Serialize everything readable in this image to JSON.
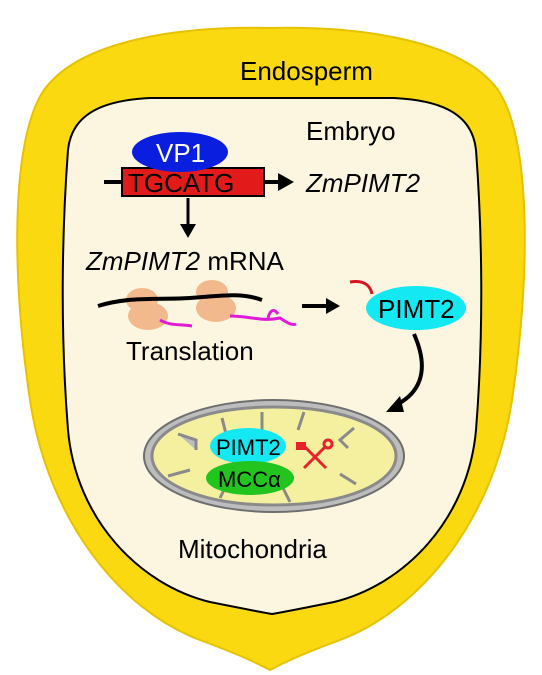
{
  "labels": {
    "endosperm": "Endosperm",
    "embryo": "Embryo",
    "vp1": "VP1",
    "motif": "TGCATG",
    "gene": "ZmPIMT2",
    "mrna_gene": "ZmPIMT2",
    "mrna_suffix": " mRNA",
    "translation": "Translation",
    "pimt2_protein": "PIMT2",
    "pimt2_mito": "PIMT2",
    "mcc": "MCCα",
    "mitochondria": "Mitochondria"
  },
  "colors": {
    "endosperm": "#FBD910",
    "embryo": "#FCF6E0",
    "vp1": "#0A1EE0",
    "motif_box": "#E21A1A",
    "pimt2": "#14E8F2",
    "mcc": "#22C41E",
    "mito_fill": "#F5F0A0",
    "mito_membrane": "#999999",
    "ribosome": "#F2B98C",
    "peptide": "#E01BD8",
    "signal_peptide": "#D8141E",
    "repair_icon": "#E8222A"
  },
  "icons": [
    "arrow-right-icon",
    "arrow-down-icon",
    "curved-arrow-icon",
    "repair-tools-icon",
    "ribosome-icon"
  ]
}
